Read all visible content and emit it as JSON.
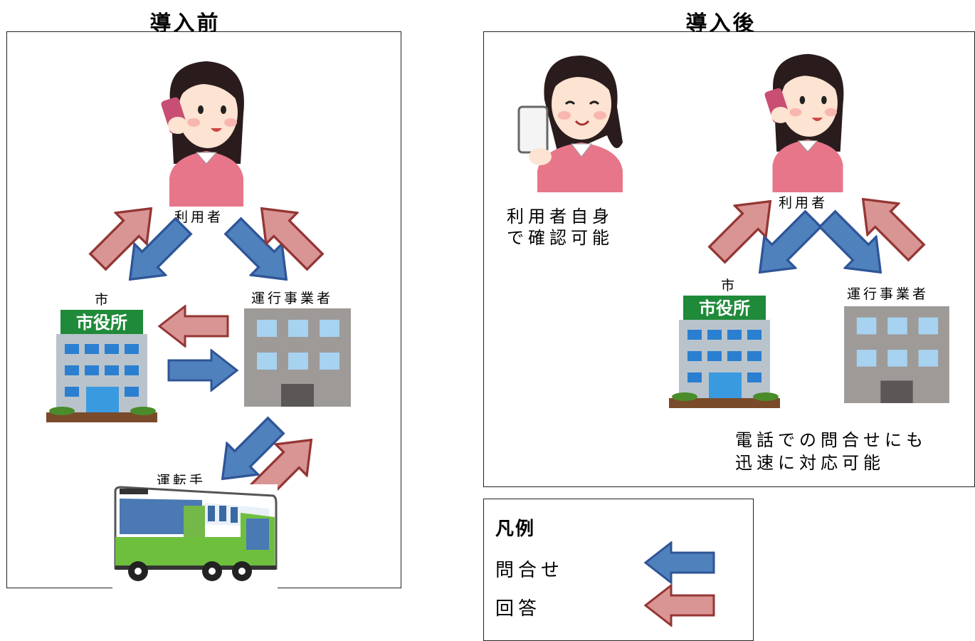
{
  "before": {
    "title": "導入前",
    "user_label": "利用者",
    "city_label": "市",
    "city_sign": "市役所",
    "operator_label": "運行事業者",
    "driver_label": "運転手"
  },
  "after": {
    "title": "導入後",
    "self_check_line1": "利用者自身",
    "self_check_line2": "で確認可能",
    "user_label": "利用者",
    "city_label": "市",
    "city_sign": "市役所",
    "operator_label": "運行事業者",
    "phone_note_line1": "電話での問合せにも",
    "phone_note_line2": "迅速に対応可能"
  },
  "legend": {
    "title": "凡例",
    "inquiry_label": "問合せ",
    "answer_label": "回答"
  },
  "colors": {
    "inquiry_fill": "#4F81BD",
    "inquiry_stroke": "#2F5597",
    "answer_fill": "#D99594",
    "answer_stroke": "#943634"
  }
}
